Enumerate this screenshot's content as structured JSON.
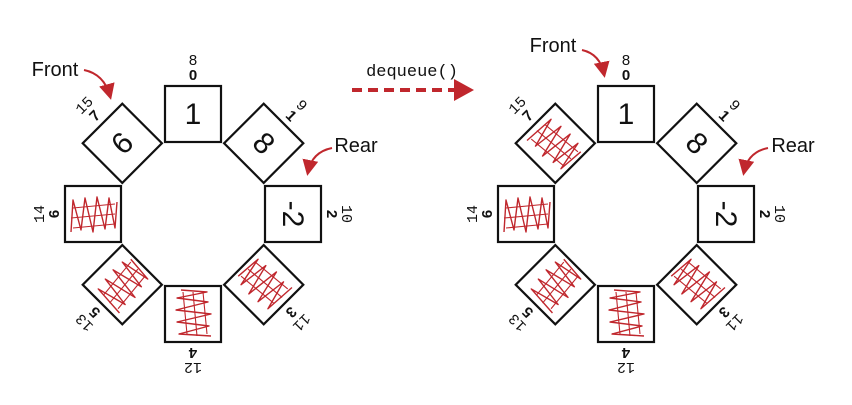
{
  "operation": {
    "label": "dequeue()",
    "arrow_color": "#c0272d"
  },
  "colors": {
    "box_stroke": "#111111",
    "scribble": "#c0272d",
    "pointer": "#c0272d",
    "text": "#111111"
  },
  "before": {
    "front_label": "Front",
    "rear_label": "Rear",
    "front_slot": 7,
    "rear_slot": 2,
    "slots": [
      {
        "index": "0",
        "mod": "8",
        "value": "1",
        "filled": true
      },
      {
        "index": "1",
        "mod": "9",
        "value": "8",
        "filled": true
      },
      {
        "index": "2",
        "mod": "10",
        "value": "-2",
        "filled": true
      },
      {
        "index": "3",
        "mod": "11",
        "value": "",
        "filled": false
      },
      {
        "index": "4",
        "mod": "12",
        "value": "",
        "filled": false
      },
      {
        "index": "5",
        "mod": "13",
        "value": "",
        "filled": false
      },
      {
        "index": "6",
        "mod": "14",
        "value": "",
        "filled": false
      },
      {
        "index": "7",
        "mod": "15",
        "value": "6",
        "filled": true
      }
    ]
  },
  "after": {
    "front_label": "Front",
    "rear_label": "Rear",
    "front_slot": 0,
    "rear_slot": 2,
    "slots": [
      {
        "index": "0",
        "mod": "8",
        "value": "1",
        "filled": true
      },
      {
        "index": "1",
        "mod": "9",
        "value": "8",
        "filled": true
      },
      {
        "index": "2",
        "mod": "10",
        "value": "-2",
        "filled": true
      },
      {
        "index": "3",
        "mod": "11",
        "value": "",
        "filled": false
      },
      {
        "index": "4",
        "mod": "12",
        "value": "",
        "filled": false
      },
      {
        "index": "5",
        "mod": "13",
        "value": "",
        "filled": false
      },
      {
        "index": "6",
        "mod": "14",
        "value": "",
        "filled": false
      },
      {
        "index": "7",
        "mod": "15",
        "value": "",
        "filled": false
      }
    ]
  }
}
